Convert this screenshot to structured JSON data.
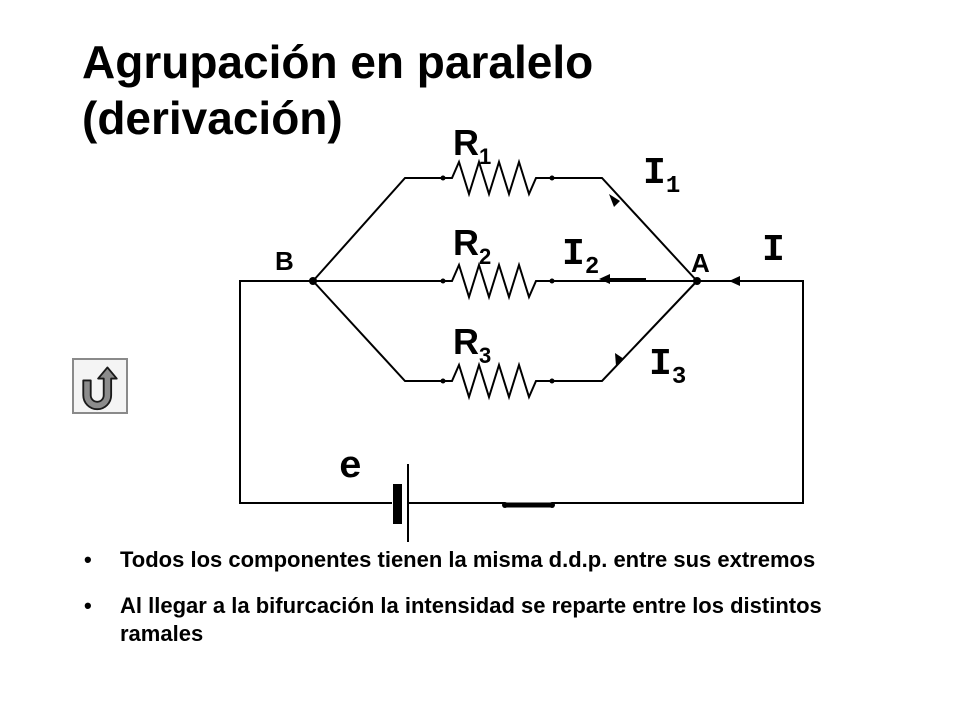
{
  "title": "Agrupación en paralelo (derivación)",
  "circuit": {
    "resistors": [
      {
        "letter": "R",
        "sub": "1"
      },
      {
        "letter": "R",
        "sub": "2"
      },
      {
        "letter": "R",
        "sub": "3"
      }
    ],
    "currents": {
      "total": "I",
      "branches": [
        {
          "letter": "I",
          "sub": "1"
        },
        {
          "letter": "I",
          "sub": "2"
        },
        {
          "letter": "I",
          "sub": "3"
        }
      ]
    },
    "nodes": {
      "left": "B",
      "right": "A"
    },
    "emf": "e"
  },
  "navigation": {
    "back_icon": "u-turn-arrow-icon",
    "colors": {
      "icon_fill": "#8c8c8c",
      "icon_stroke": "#1a1a1a"
    }
  },
  "bullet_symbol": "•",
  "bullets": [
    "Todos los componentes tienen la misma d.d.p. entre sus extremos",
    "Al llegar a la bifurcación la intensidad se reparte entre los distintos ramales"
  ]
}
